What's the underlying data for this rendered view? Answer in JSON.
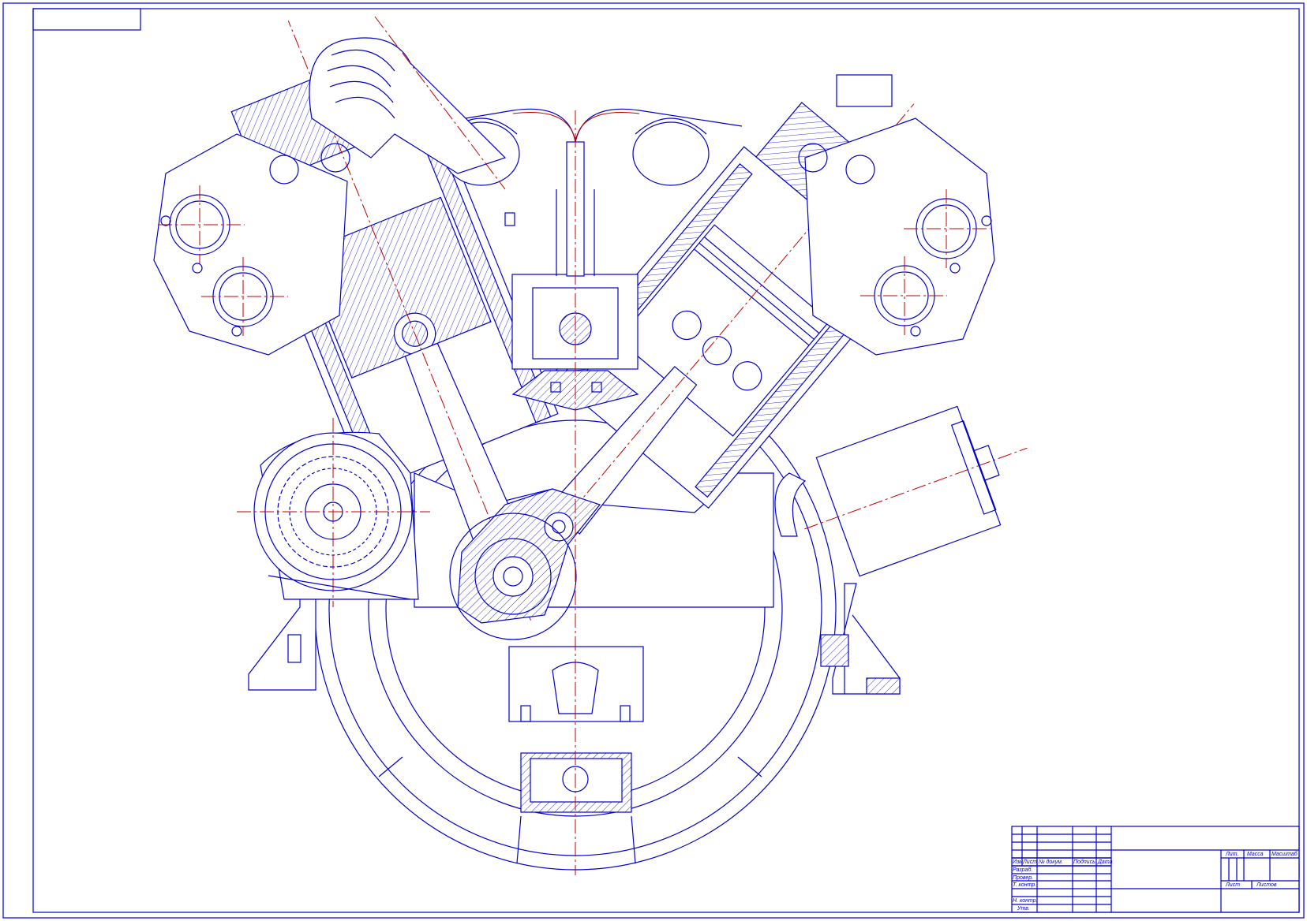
{
  "colors": {
    "line": "#0000c8",
    "centerline": "#c00000",
    "background": "#ffffff"
  },
  "title_block": {
    "headers": {
      "change": "Изм.",
      "sheet": "Лист",
      "doc_no": "№ докум.",
      "signature": "Подпись",
      "date": "Дата"
    },
    "roles": {
      "developed": "Разраб.",
      "checked": "Провер.",
      "tech_control": "Т. контр.",
      "norm_control": "Н. контр.",
      "approved": "Утв."
    },
    "right": {
      "letter": "Лит.",
      "mass": "Масса",
      "scale": "Масштаб",
      "sheet": "Лист",
      "sheets": "Листов"
    }
  }
}
